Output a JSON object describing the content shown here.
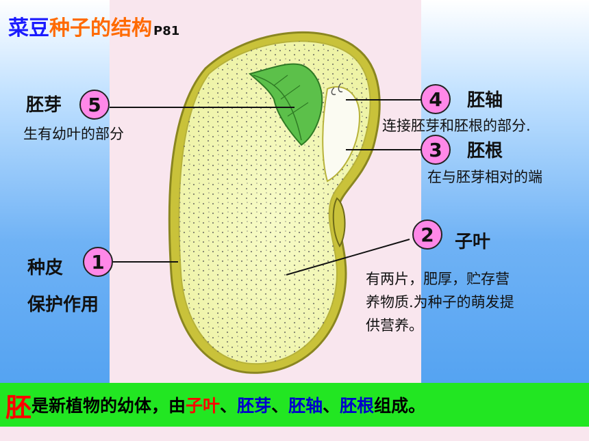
{
  "title": {
    "part1": "菜豆",
    "part2": "种子的结构",
    "page_ref": "P81"
  },
  "parts": [
    {
      "num": "5",
      "name": "胚芽",
      "desc": "生有幼叶的部分"
    },
    {
      "num": "4",
      "name": "胚轴",
      "desc": "连接胚芽和胚根的部分."
    },
    {
      "num": "3",
      "name": "胚根",
      "desc": "在与胚芽相对的端"
    },
    {
      "num": "2",
      "name": "子叶",
      "desc_lines": [
        "有两片，肥厚，贮存营",
        "养物质.为种子的萌发提",
        "供营养。"
      ]
    },
    {
      "num": "1",
      "name": "种皮",
      "desc": "保护作用"
    }
  ],
  "summary": {
    "s1": "胚",
    "s2": "是新植物的幼体，由",
    "s3": "子叶",
    "s4": "、",
    "s5": "胚芽",
    "s6": "、",
    "s7": "胚轴",
    "s8": "、",
    "s9": "胚根",
    "s10": "组成。"
  },
  "colors": {
    "seed_coat": "#c9c23a",
    "cotyledon": "#f3f7b8",
    "plumule": "#5cc04a",
    "number_circle": "#ff88e8",
    "bar": "#22e622"
  }
}
